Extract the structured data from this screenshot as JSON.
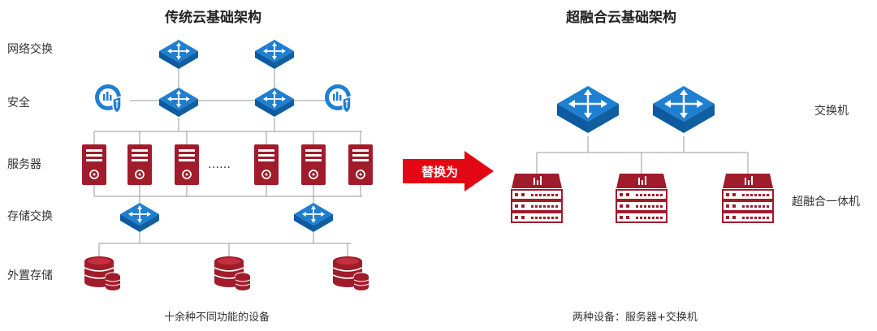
{
  "left": {
    "title": "传统云基础架构",
    "rows": {
      "network_switch": "网络交换",
      "security": "安全",
      "server": "服务器",
      "storage_switch": "存储交换",
      "external_storage": "外置存储"
    },
    "ellipsis": "……",
    "caption": "十余种不同功能的设备"
  },
  "center": {
    "arrow_label": "替换为"
  },
  "right": {
    "title": "超融合云基础架构",
    "labels": {
      "switch": "交换机",
      "hci": "超融合一体机"
    },
    "caption": "两种设备：服务器+交换机"
  },
  "colors": {
    "switch_blue": "#1a74c4",
    "server_red": "#a01c2b",
    "arrow_red": "#e30613"
  }
}
